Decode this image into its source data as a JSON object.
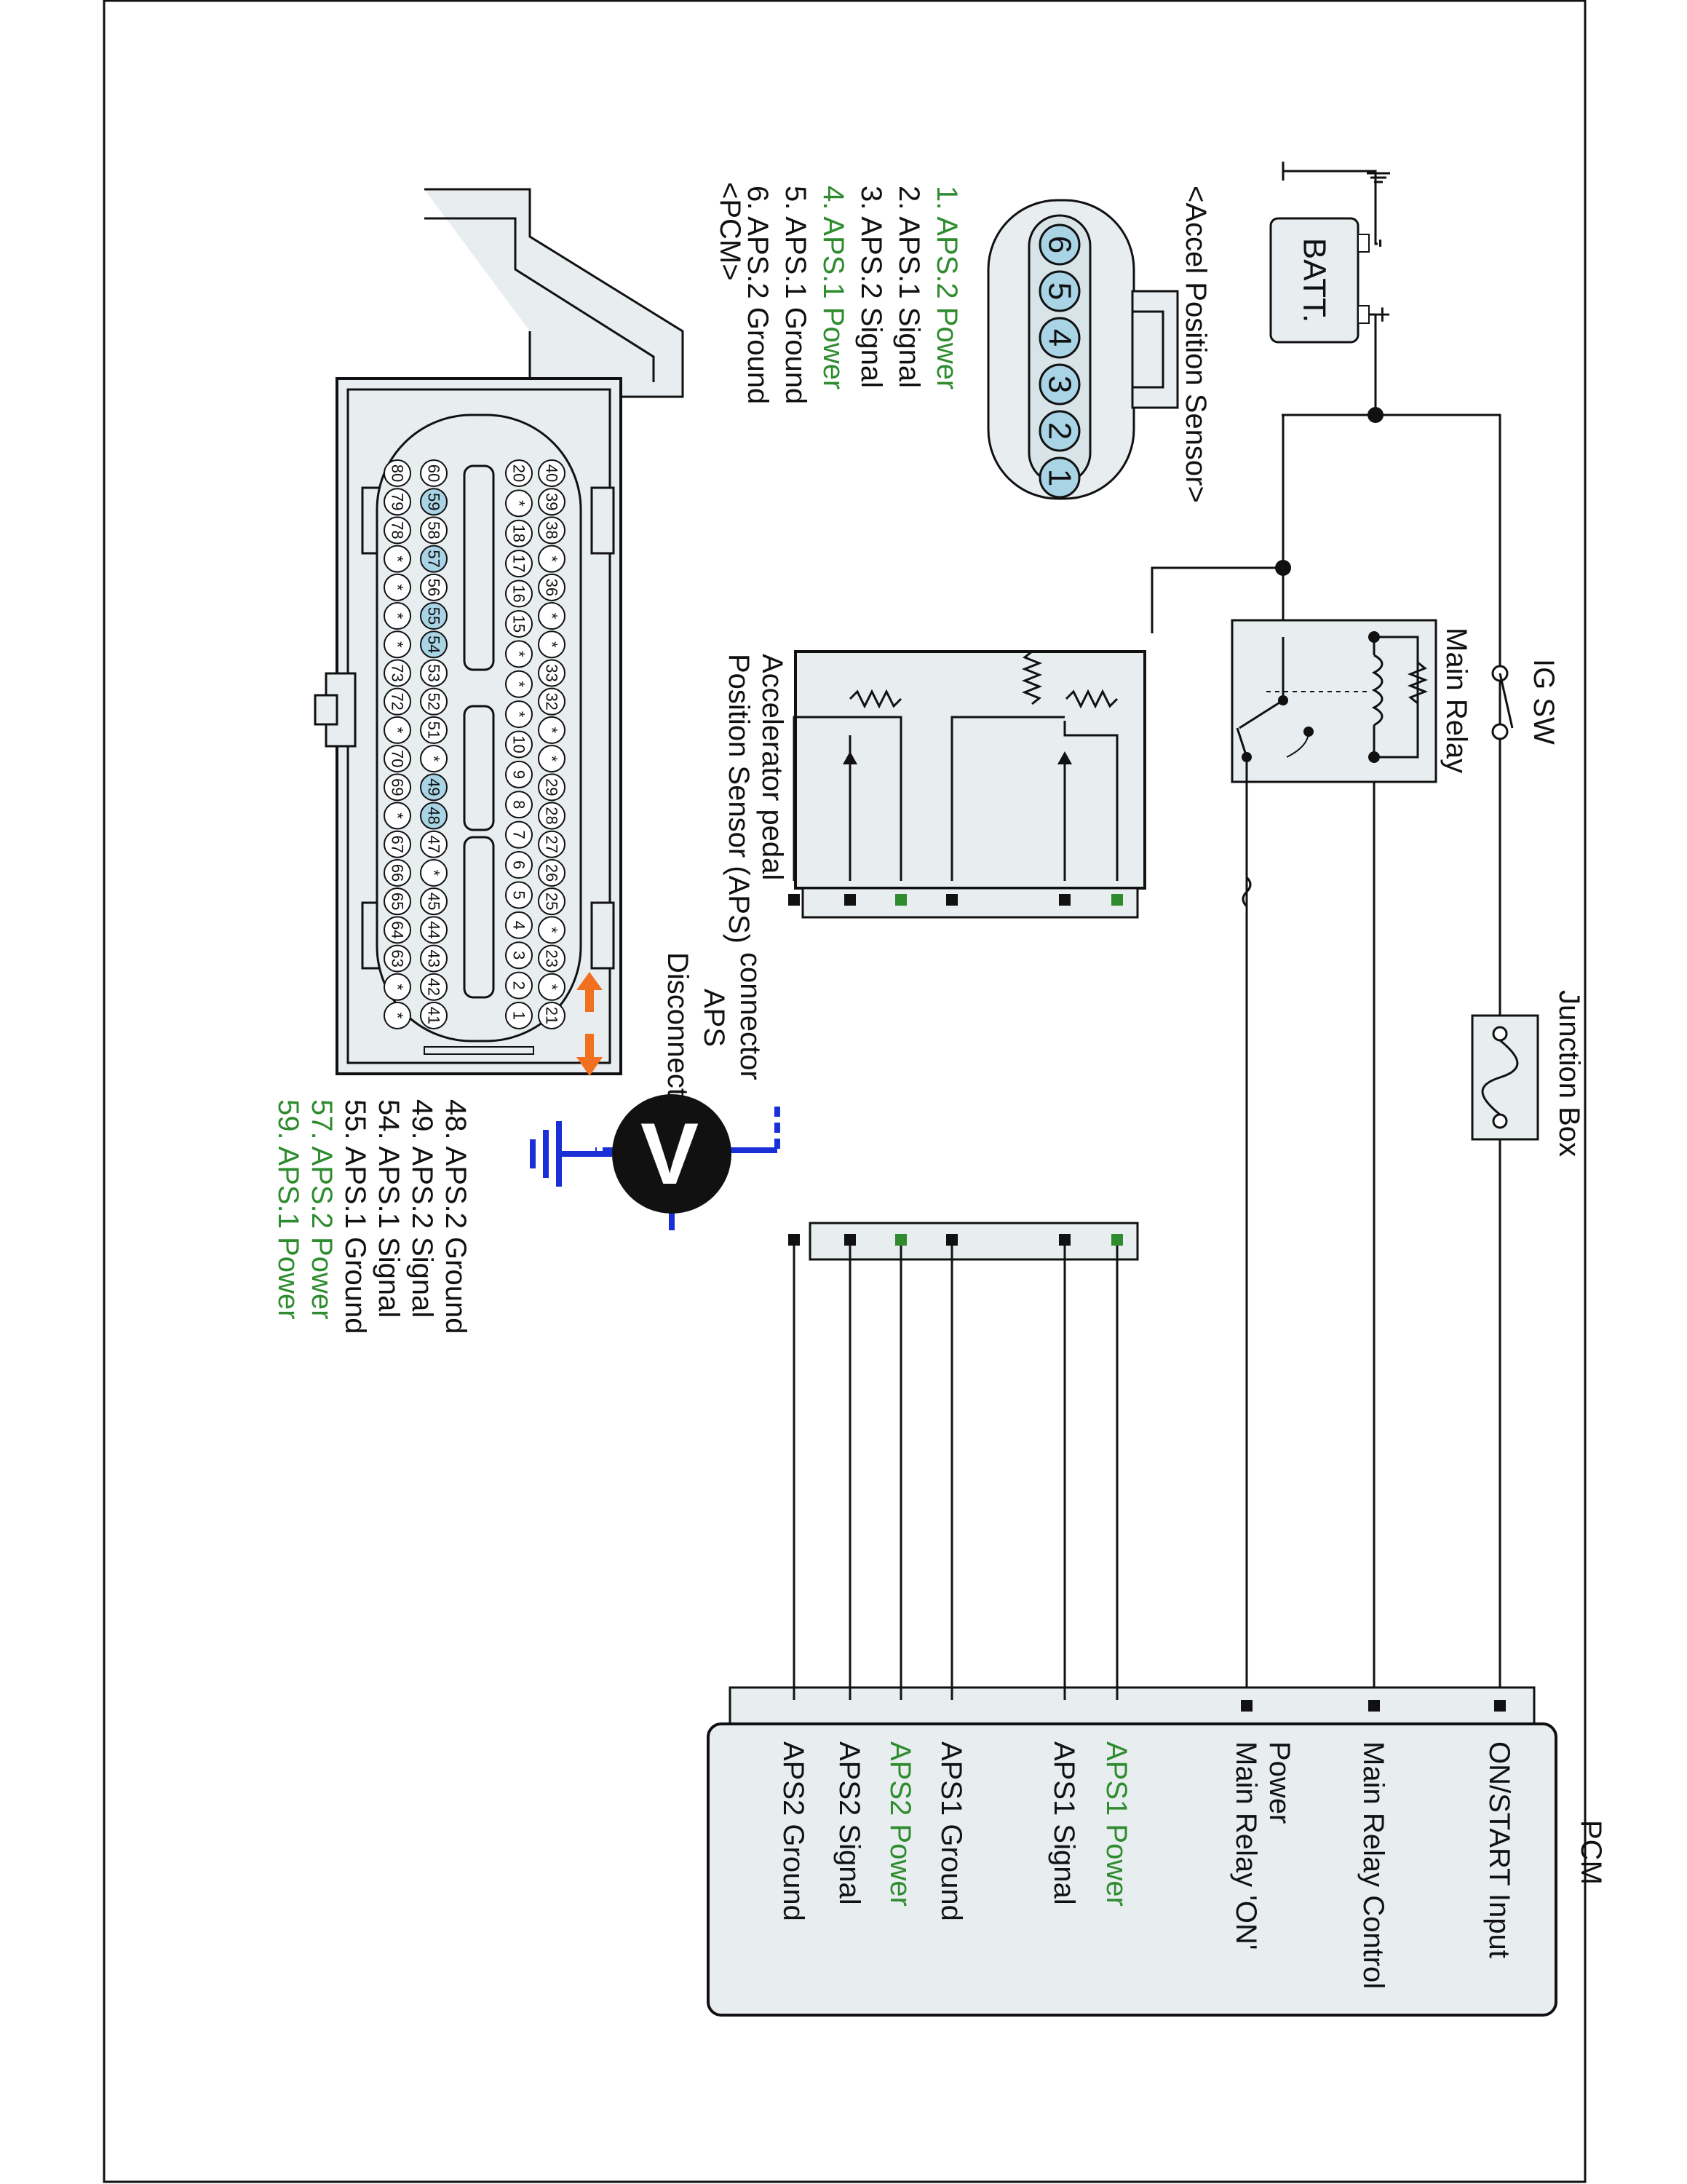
{
  "battery": {
    "label": "BATT.",
    "minus": "-",
    "plus": "+"
  },
  "ig_switch": {
    "label": "IG SW"
  },
  "junction_box": {
    "label": "Junction Box"
  },
  "main_relay": {
    "label": "Main Relay"
  },
  "aps_connector": {
    "title": "<Accel Position Sensor>",
    "pins": [
      "6",
      "5",
      "4",
      "3",
      "2",
      "1"
    ],
    "legend": [
      {
        "text": "1. APS.2 Power",
        "highlight": true
      },
      {
        "text": "2. APS.1 Signal",
        "highlight": false
      },
      {
        "text": "3. APS.2 Signal",
        "highlight": false
      },
      {
        "text": "4. APS.1 Power",
        "highlight": true
      },
      {
        "text": "5. APS.1 Ground",
        "highlight": false
      },
      {
        "text": "6. APS.2 Ground",
        "highlight": false
      }
    ]
  },
  "aps_sensor": {
    "line1": "Accelerator pedal",
    "line2": "Position Sensor (APS)"
  },
  "disconnect_note": {
    "line1": "Disconnect",
    "line2": "APS",
    "line3": "connector"
  },
  "voltmeter": {
    "symbol": "V"
  },
  "pcm_connector": {
    "title": "<PCM>",
    "rows": [
      [
        "20",
        "*",
        "18",
        "17",
        "16",
        "15",
        "*",
        "*",
        "*",
        "10",
        "9",
        "8",
        "7",
        "6",
        "5",
        "4",
        "3",
        "2",
        "1"
      ],
      [
        "40",
        "39",
        "38",
        "*",
        "36",
        "*",
        "*",
        "33",
        "32",
        "*",
        "*",
        "29",
        "28",
        "27",
        "26",
        "25",
        "*",
        "23",
        "*",
        "21"
      ],
      [
        "60",
        "59",
        "58",
        "57",
        "56",
        "55",
        "54",
        "53",
        "52",
        "51",
        "*",
        "49",
        "48",
        "47",
        "*",
        "45",
        "44",
        "43",
        "42",
        "41"
      ],
      [
        "80",
        "79",
        "78",
        "*",
        "*",
        "*",
        "*",
        "73",
        "72",
        "*",
        "70",
        "69",
        "*",
        "67",
        "66",
        "65",
        "64",
        "63",
        "*",
        "*"
      ]
    ],
    "highlighted_pins": [
      "59",
      "57",
      "55",
      "54",
      "49",
      "48"
    ],
    "legend": [
      {
        "text": "48. APS.2 Ground",
        "highlight": false
      },
      {
        "text": "49. APS.2 Signal",
        "highlight": false
      },
      {
        "text": "54. APS.1 Signal",
        "highlight": false
      },
      {
        "text": "55. APS.1 Ground",
        "highlight": false
      },
      {
        "text": "57. APS.2 Power",
        "highlight": true
      },
      {
        "text": "59. APS.1 Power",
        "highlight": true
      }
    ]
  },
  "pcm": {
    "title": "PCM",
    "terminals": [
      {
        "label": "ON/START Input",
        "line2": "",
        "highlight": false
      },
      {
        "label": "Main Relay Control",
        "line2": "",
        "highlight": false
      },
      {
        "label": "Main Relay 'ON'",
        "line2": "Power",
        "highlight": false
      },
      {
        "label": "APS1 Power",
        "line2": "",
        "highlight": true
      },
      {
        "label": "APS1 Signal",
        "line2": "",
        "highlight": false
      },
      {
        "label": "APS1 Ground",
        "line2": "",
        "highlight": false
      },
      {
        "label": "APS2 Power",
        "line2": "",
        "highlight": true
      },
      {
        "label": "APS2 Signal",
        "line2": "",
        "highlight": false
      },
      {
        "label": "APS2 Ground",
        "line2": "",
        "highlight": false
      }
    ]
  },
  "colors": {
    "highlight": "#2e8b2e",
    "probe": "#1a2fd6",
    "arrow": "#f07020",
    "pin_fill": "#a9d4e6",
    "body": "#e8eef0"
  }
}
